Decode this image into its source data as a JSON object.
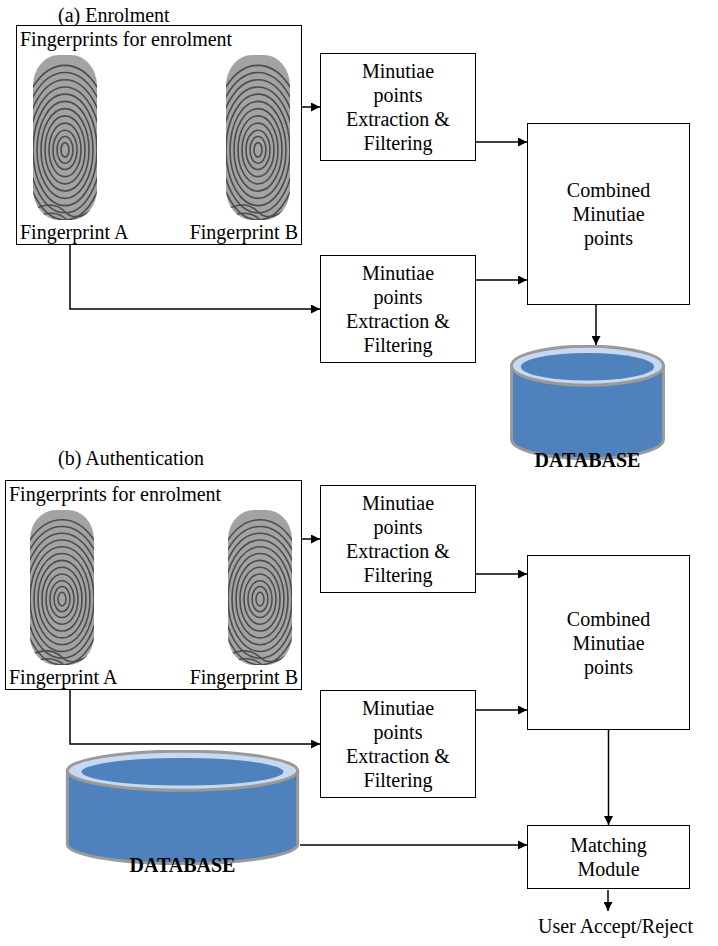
{
  "diagram": {
    "nodes": [
      {
        "text": [
          "Fingerprints for enrolment",
          "Fingerprint A",
          "Fingerprint B"
        ]
      },
      {
        "text": [
          "Minutiae points Extraction & Filtering"
        ]
      },
      {
        "text": [
          "Combined Minutiae points"
        ]
      },
      {
        "text": [
          "Minutiae points Extraction & Filtering"
        ]
      },
      {
        "text": [
          "DATABASE"
        ]
      },
      {
        "text": [
          "Fingerprints for enrolment",
          "Fingerprint A",
          "Fingerprint B"
        ]
      },
      {
        "text": [
          "Minutiae points Extraction & Filtering"
        ]
      },
      {
        "text": [
          "Combined Minutiae points"
        ]
      },
      {
        "text": [
          "Minutiae points Extraction & Filtering"
        ]
      },
      {
        "text": [
          "DATABASE"
        ]
      },
      {
        "text": [
          "Matching Module"
        ]
      }
    ],
    "edges": [
      {
        "from": 0,
        "to": 1,
        "arrow": "to"
      },
      {
        "from": 0,
        "to": 3,
        "arrow": "to"
      },
      {
        "from": 1,
        "to": 2,
        "arrow": "to"
      },
      {
        "from": 3,
        "to": 2,
        "arrow": "to"
      },
      {
        "from": 2,
        "to": 4,
        "arrow": "to"
      },
      {
        "from": 5,
        "to": 6,
        "arrow": "to"
      },
      {
        "from": 5,
        "to": 8,
        "arrow": "to"
      },
      {
        "from": 6,
        "to": 7,
        "arrow": "to"
      },
      {
        "from": 8,
        "to": 7,
        "arrow": "to"
      },
      {
        "from": 7,
        "to": 10,
        "arrow": "to"
      },
      {
        "from": 9,
        "to": 10,
        "arrow": "to"
      }
    ],
    "labels": [
      "(a) Enrolment",
      "(b) Authentication",
      "User Accept/Reject"
    ]
  }
}
